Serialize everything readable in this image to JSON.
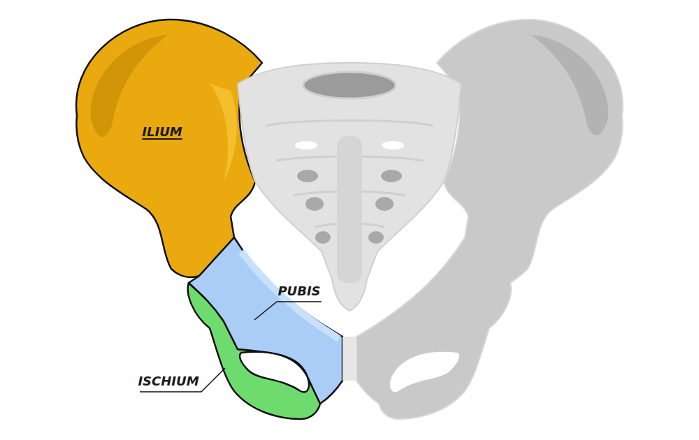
{
  "diagram": {
    "labels": [
      "ILIUM",
      "PUBIS",
      "ISCHIUM"
    ]
  }
}
